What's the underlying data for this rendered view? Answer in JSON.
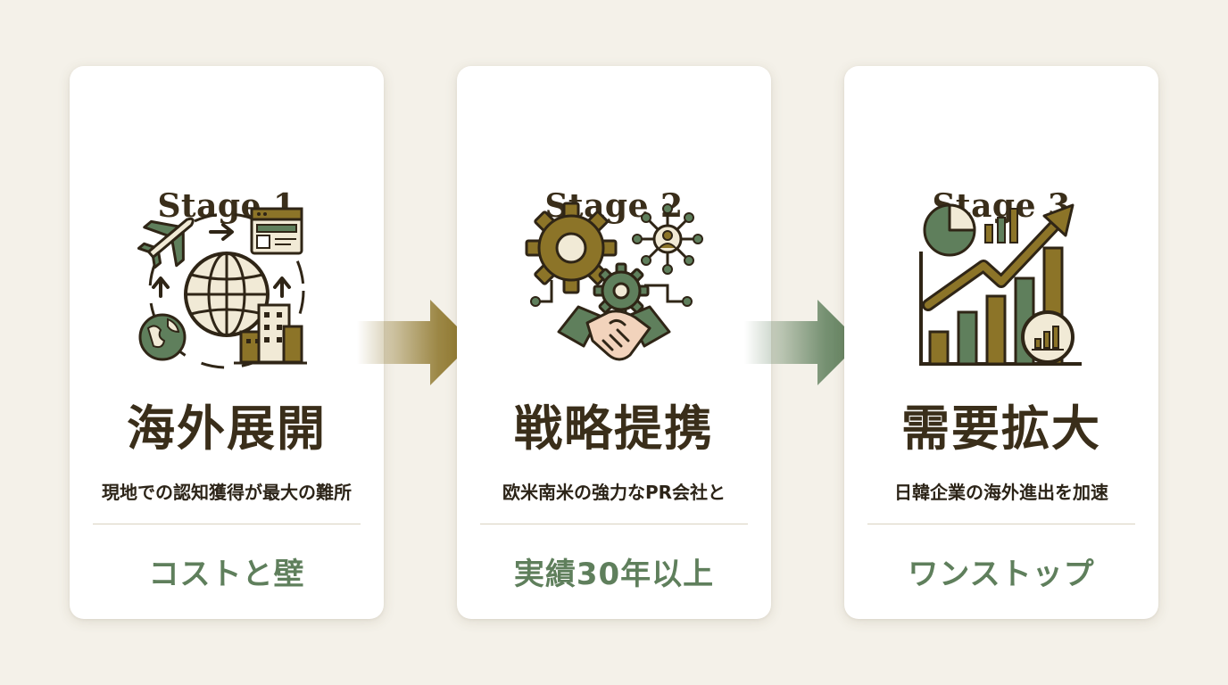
{
  "colors": {
    "background": "#f4f1e9",
    "card": "#ffffff",
    "dark_brown": "#3a2e1a",
    "gold": "#8c7428",
    "green": "#5f7f5c",
    "cream": "#f1ead6"
  },
  "stages": [
    {
      "label": "Stage 1",
      "heading": "海外展開",
      "description": "現地での認知獲得が最大の難所",
      "tag": "コストと壁",
      "icon": "global-expansion-icon"
    },
    {
      "label": "Stage 2",
      "heading": "戦略提携",
      "description": "欧米南米の強力なPR会社と",
      "tag": "実績30年以上",
      "icon": "partnership-icon"
    },
    {
      "label": "Stage 3",
      "heading": "需要拡大",
      "description": "日韓企業の海外進出を加速",
      "tag": "ワンストップ",
      "icon": "growth-chart-icon"
    }
  ]
}
